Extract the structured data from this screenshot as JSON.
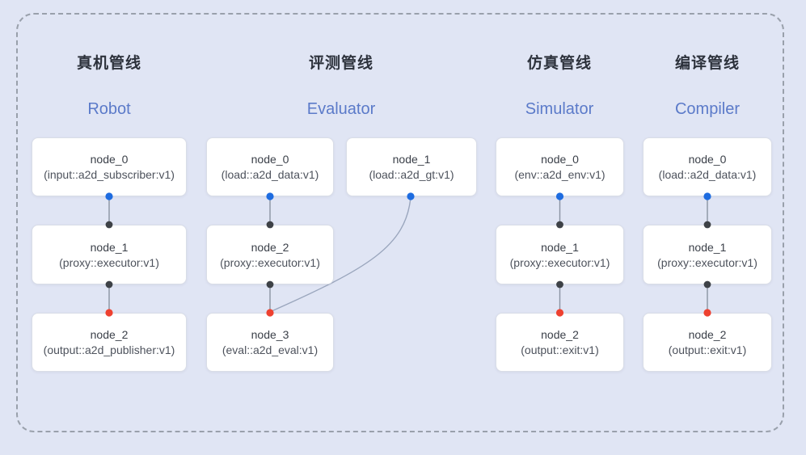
{
  "figure": {
    "background_color": "#e0e5f4",
    "frame_style": "dashed rounded rectangle",
    "frame_color": "#99a0ab"
  },
  "colors": {
    "accent_blue": "#5b7ac9",
    "dot_blue": "#1e6ce0",
    "dot_black": "#3e4247",
    "dot_red": "#ee4130",
    "edge_gray": "#8a93a2"
  },
  "pipelines": [
    {
      "title_zh": "真机管线",
      "title_en": "Robot",
      "nodes": [
        {
          "name": "node_0",
          "type": "(input::a2d_subscriber:v1)"
        },
        {
          "name": "node_1",
          "type": "(proxy::executor:v1)"
        },
        {
          "name": "node_2",
          "type": "(output::a2d_publisher:v1)"
        }
      ],
      "edges": [
        "node_0 -> node_1",
        "node_1 -> node_2"
      ]
    },
    {
      "title_zh": "评测管线",
      "title_en": "Evaluator",
      "nodes": [
        {
          "name": "node_0",
          "type": "(load::a2d_data:v1)"
        },
        {
          "name": "node_1",
          "type": "(load::a2d_gt:v1)"
        },
        {
          "name": "node_2",
          "type": "(proxy::executor:v1)"
        },
        {
          "name": "node_3",
          "type": "(eval::a2d_eval:v1)"
        }
      ],
      "edges": [
        "node_0 -> node_2",
        "node_2 -> node_3",
        "node_1 -> node_3 (curved)"
      ]
    },
    {
      "title_zh": "仿真管线",
      "title_en": "Simulator",
      "nodes": [
        {
          "name": "node_0",
          "type": "(env::a2d_env:v1)"
        },
        {
          "name": "node_1",
          "type": "(proxy::executor:v1)"
        },
        {
          "name": "node_2",
          "type": "(output::exit:v1)"
        }
      ],
      "edges": [
        "node_0 -> node_1",
        "node_1 -> node_2"
      ]
    },
    {
      "title_zh": "编译管线",
      "title_en": "Compiler",
      "nodes": [
        {
          "name": "node_0",
          "type": "(load::a2d_data:v1)"
        },
        {
          "name": "node_1",
          "type": "(proxy::executor:v1)"
        },
        {
          "name": "node_2",
          "type": "(output::exit:v1)"
        }
      ],
      "edges": [
        "node_0 -> node_1",
        "node_1 -> node_2"
      ]
    }
  ]
}
